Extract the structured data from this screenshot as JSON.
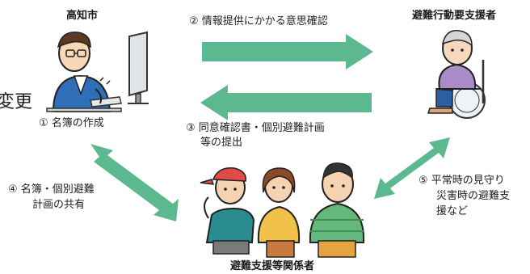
{
  "nodes": {
    "city": {
      "title": "高知市",
      "caption": "① 名簿の作成"
    },
    "requester": {
      "title": "避難行動要支援者"
    },
    "supporters": {
      "title": "避難支援等関係者"
    }
  },
  "edges": {
    "e2": {
      "label": "② 情報提供にかかる意思確認"
    },
    "e3": {
      "line1": "③ 同意確認書・個別避難計画",
      "line2": "等の提出"
    },
    "e4": {
      "line1": "④ 名簿・個別避難",
      "line2": "計画の共有"
    },
    "e5": {
      "line1": "⑤ 平常時の見守り",
      "line2": "災害時の避難支",
      "line3": "援など"
    }
  },
  "left_cut_text": "変更",
  "colors": {
    "arrow": "#5cb88f",
    "arrow_dark": "#4aa67d"
  }
}
